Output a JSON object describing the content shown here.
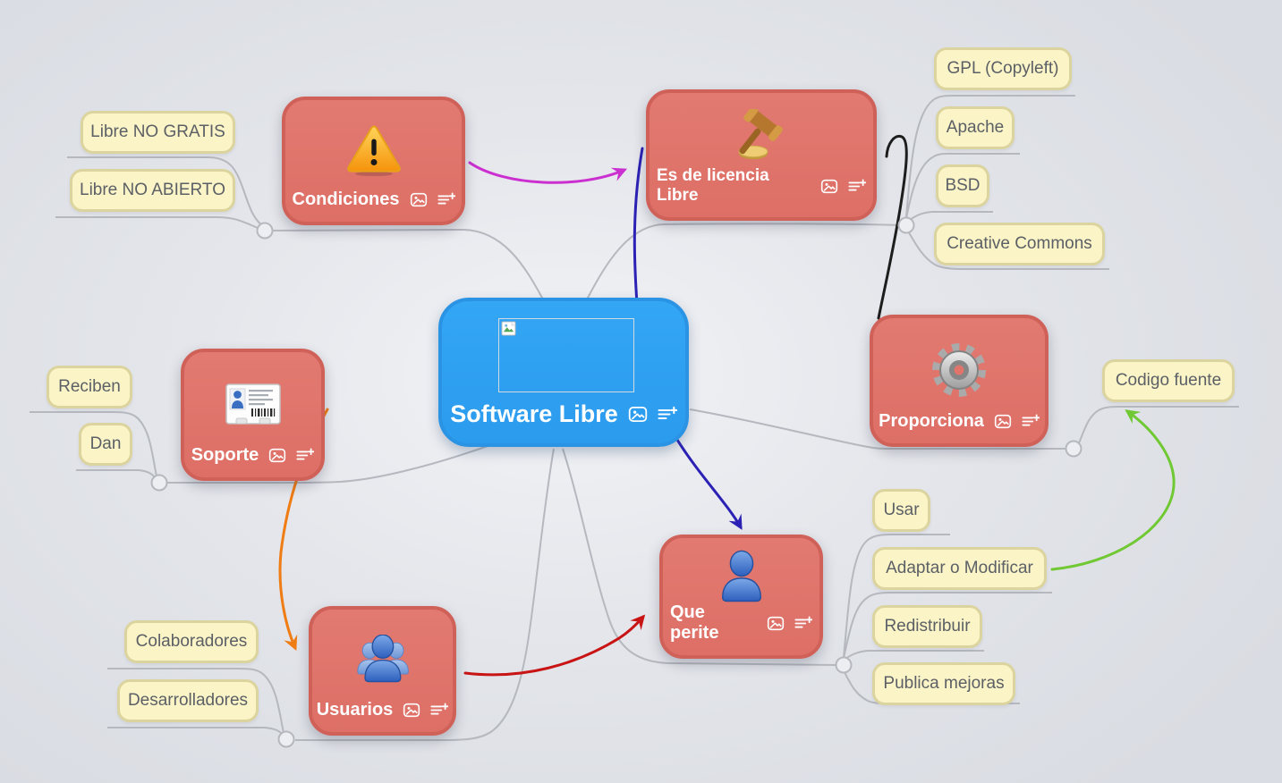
{
  "root": {
    "label": "Software Libre",
    "color": "#2fa2f2",
    "image_placeholder": "broken-image",
    "mini_icons": [
      "image-icon",
      "add-note-icon"
    ]
  },
  "topics": {
    "condiciones": {
      "label": "Condiciones",
      "icon": "warning-icon"
    },
    "es_licencia": {
      "label": "Es de licencia Libre",
      "icon": "gavel-icon"
    },
    "proporciona": {
      "label": "Proporciona",
      "icon": "gear-icon"
    },
    "soporte": {
      "label": "Soporte",
      "icon": "id-card-icon"
    },
    "que_perite": {
      "label": "Que perite",
      "icon": "person-icon"
    },
    "usuarios": {
      "label": "Usuarios",
      "icon": "people-icon"
    }
  },
  "topic_mini_icons": [
    "image-icon",
    "add-note-icon"
  ],
  "leaves": {
    "libre_no_gratis": {
      "label": "Libre NO GRATIS"
    },
    "libre_no_abierto": {
      "label": "Libre NO ABIERTO"
    },
    "gpl": {
      "label": "GPL (Copyleft)"
    },
    "apache": {
      "label": "Apache"
    },
    "bsd": {
      "label": "BSD"
    },
    "creative_commons": {
      "label": "Creative Commons"
    },
    "codigo_fuente": {
      "label": "Codigo fuente"
    },
    "reciben": {
      "label": "Reciben"
    },
    "dan": {
      "label": "Dan"
    },
    "usar": {
      "label": "Usar"
    },
    "adaptar": {
      "label": "Adaptar o Modificar"
    },
    "redistribuir": {
      "label": "Redistribuir"
    },
    "publica_mejoras": {
      "label": "Publica mejoras"
    },
    "colaboradores": {
      "label": "Colaboradores"
    },
    "desarrolladores": {
      "label": "Desarrolladores"
    }
  },
  "relations": [
    {
      "from": "Condiciones",
      "to": "Es de licencia Libre",
      "color": "#cb2fd0"
    },
    {
      "from": "Es de licencia Libre",
      "to": "Que perite",
      "color": "#2b21b5"
    },
    {
      "from": "Es de licencia Libre",
      "to": "Proporciona",
      "color": "#1d1d1d"
    },
    {
      "from": "Soporte",
      "to": "Usuarios",
      "color": "#f07c14"
    },
    {
      "from": "Usuarios",
      "to": "Que perite",
      "color": "#c81414"
    },
    {
      "from": "Adaptar o Modificar",
      "to": "Codigo fuente",
      "color": "#70c832"
    }
  ],
  "palette": {
    "topic_fill": "#e0746b",
    "topic_border": "#cf6159",
    "root_fill": "#2fa2f2",
    "root_border": "#2a93e3",
    "leaf_fill": "#faf4c6",
    "leaf_border": "#dcd49e",
    "leaf_text": "#5c6066",
    "connector_line": "#b5b8be",
    "background": "#dcdfe4"
  }
}
